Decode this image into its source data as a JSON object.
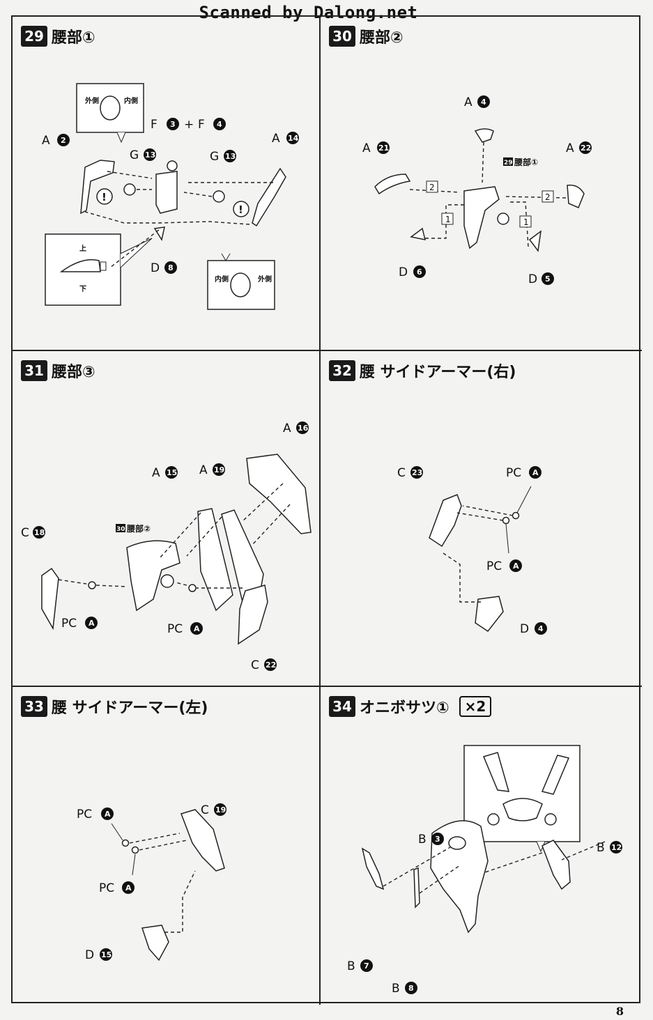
{
  "watermark": "Scanned by Dalong.net",
  "page_number": "8",
  "steps": [
    {
      "num": "29",
      "title": "腰部①"
    },
    {
      "num": "30",
      "title": "腰部②"
    },
    {
      "num": "31",
      "title": "腰部③"
    },
    {
      "num": "32",
      "title": "腰 サイドアーマー(右)"
    },
    {
      "num": "33",
      "title": "腰 サイドアーマー(左)"
    },
    {
      "num": "34",
      "title": "オニボサツ①",
      "multiplier": "×2"
    }
  ],
  "step29": {
    "inset_top": {
      "left": "外側",
      "right": "内側"
    },
    "inset_bottom": {
      "left": "内側",
      "right": "外側"
    },
    "inset_orient": {
      "up": "上",
      "down": "下"
    },
    "parts": {
      "a2": {
        "runner": "A",
        "no": "2"
      },
      "f3": {
        "runner": "F",
        "no": "3"
      },
      "plus": "+",
      "f4": {
        "runner": "F",
        "no": "4"
      },
      "g13a": {
        "runner": "G",
        "no": "13"
      },
      "g13b": {
        "runner": "G",
        "no": "13"
      },
      "a14": {
        "runner": "A",
        "no": "14"
      },
      "d8": {
        "runner": "D",
        "no": "8"
      }
    },
    "caution": "!"
  },
  "step30": {
    "ref": {
      "num": "29",
      "text": "腰部①"
    },
    "parts": {
      "a4": {
        "runner": "A",
        "no": "4"
      },
      "a21": {
        "runner": "A",
        "no": "21"
      },
      "a22": {
        "runner": "A",
        "no": "22"
      },
      "d6": {
        "runner": "D",
        "no": "6"
      },
      "d5": {
        "runner": "D",
        "no": "5"
      }
    },
    "order": [
      "1",
      "2"
    ]
  },
  "step31": {
    "ref": {
      "num": "30",
      "text": "腰部②"
    },
    "parts": {
      "a16": {
        "runner": "A",
        "no": "16"
      },
      "a15": {
        "runner": "A",
        "no": "15"
      },
      "a19": {
        "runner": "A",
        "no": "19"
      },
      "c18": {
        "runner": "C",
        "no": "18"
      },
      "pca1": {
        "runner": "PC",
        "no": "A"
      },
      "pca2": {
        "runner": "PC",
        "no": "A"
      },
      "c22": {
        "runner": "C",
        "no": "22"
      }
    }
  },
  "step32": {
    "parts": {
      "c23": {
        "runner": "C",
        "no": "23"
      },
      "pca1": {
        "runner": "PC",
        "no": "A"
      },
      "pca2": {
        "runner": "PC",
        "no": "A"
      },
      "d4": {
        "runner": "D",
        "no": "4"
      }
    }
  },
  "step33": {
    "parts": {
      "pca1": {
        "runner": "PC",
        "no": "A"
      },
      "c19": {
        "runner": "C",
        "no": "19"
      },
      "pca2": {
        "runner": "PC",
        "no": "A"
      },
      "d15": {
        "runner": "D",
        "no": "15"
      }
    }
  },
  "step34": {
    "parts": {
      "b3": {
        "runner": "B",
        "no": "3"
      },
      "b12": {
        "runner": "B",
        "no": "12"
      },
      "b7": {
        "runner": "B",
        "no": "7"
      },
      "b8": {
        "runner": "B",
        "no": "8"
      }
    }
  }
}
